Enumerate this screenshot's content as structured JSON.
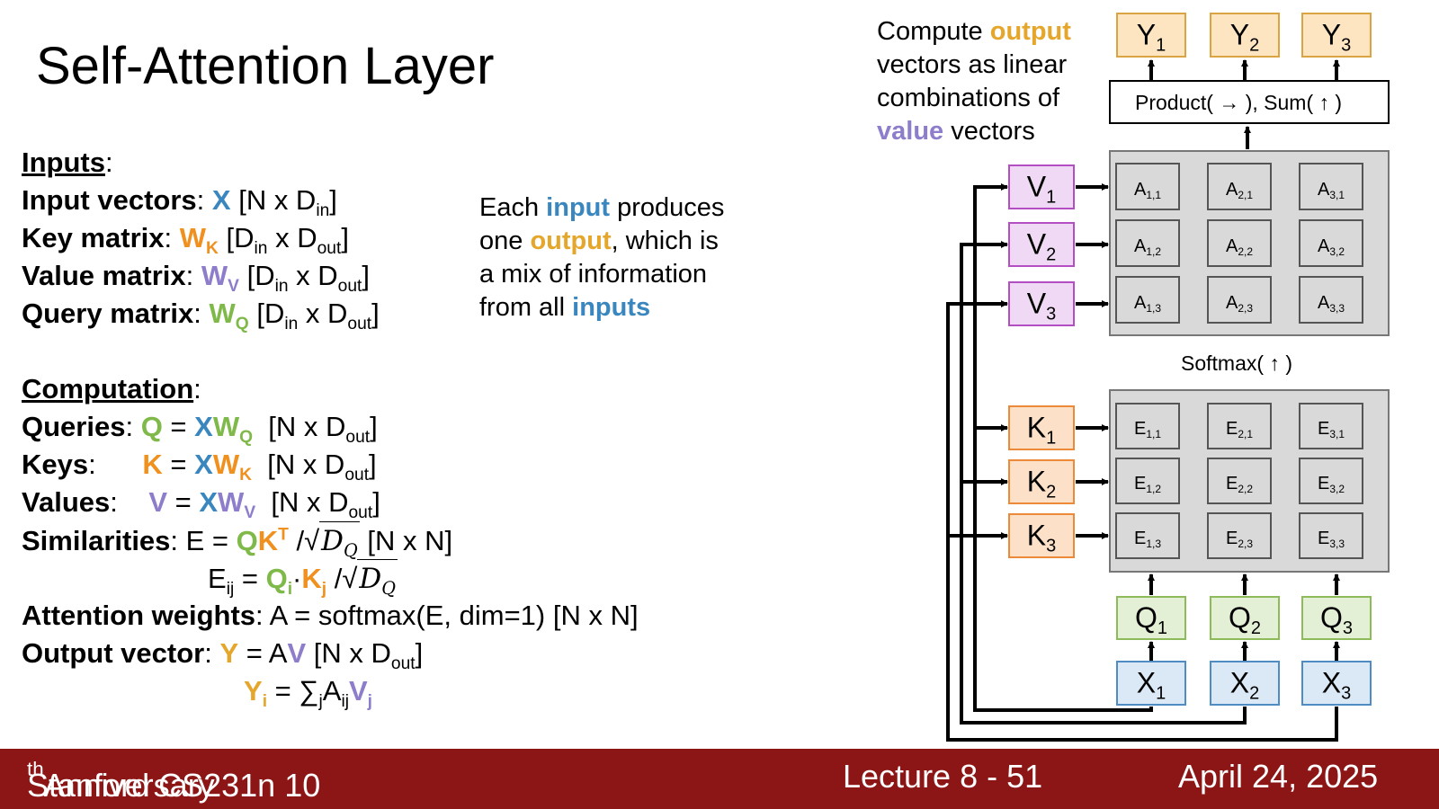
{
  "title": "Self-Attention Layer",
  "inputs": {
    "heading": "Inputs",
    "lines": [
      {
        "label": "Input vectors",
        "sym": "X",
        "sub": "",
        "dims": "[N x D",
        "dsub1": "in",
        "tail": "]"
      },
      {
        "label": "Key matrix",
        "sym": "W",
        "sub": "K",
        "dims": "[D",
        "dsub1": "in",
        "mid": " x D",
        "dsub2": "out",
        "tail": "]"
      },
      {
        "label": "Value matrix",
        "sym": "W",
        "sub": "V",
        "dims": "[D",
        "dsub1": "in",
        "mid": " x D",
        "dsub2": "out",
        "tail": "]"
      },
      {
        "label": "Query matrix",
        "sym": "W",
        "sub": "Q",
        "dims": "[D",
        "dsub1": "in",
        "mid": " x D",
        "dsub2": "out",
        "tail": "]"
      }
    ]
  },
  "computation": {
    "heading": "Computation",
    "queries_label": "Queries",
    "keys_label": "Keys",
    "values_label": "Values",
    "similarities_label": "Similarities",
    "attention_label": "Attention weights",
    "attention_formula": "A = softmax(E, dim=1)  [N x N]",
    "output_label": "Output vector",
    "dims_nxdout": "[N x D",
    "out_sub": "out",
    "nxn": "[N x N]",
    "sqrt_d": "D",
    "sqrt_sub": "Q"
  },
  "note_left": {
    "l1a": "Each ",
    "l1b": "input",
    "l1c": " produces",
    "l2a": "one ",
    "l2b": "output",
    "l2c": ", which is",
    "l3": "a mix of information",
    "l4a": "from all ",
    "l4b": "inputs"
  },
  "note_right": {
    "l1a": "Compute ",
    "l1b": "output",
    "l2": "vectors as linear",
    "l3": "combinations of",
    "l4a": "value",
    "l4b": " vectors"
  },
  "diagram": {
    "outputs": [
      "Y1",
      "Y2",
      "Y3"
    ],
    "product_label_a": "Product(",
    "product_label_b": "), Sum(",
    "product_label_c": ")",
    "softmax_label_a": "Softmax(",
    "softmax_label_b": ")",
    "values": [
      "V1",
      "V2",
      "V3"
    ],
    "keys": [
      "K1",
      "K2",
      "K3"
    ],
    "queries": [
      "Q1",
      "Q2",
      "Q3"
    ],
    "inputs": [
      "X1",
      "X2",
      "X3"
    ],
    "a_cells": [
      [
        "A1,1",
        "A2,1",
        "A3,1"
      ],
      [
        "A1,2",
        "A2,2",
        "A3,2"
      ],
      [
        "A1,3",
        "A2,3",
        "A3,3"
      ]
    ],
    "e_cells": [
      [
        "E1,1",
        "E2,1",
        "E3,1"
      ],
      [
        "E1,2",
        "E2,2",
        "E3,2"
      ],
      [
        "E1,3",
        "E2,3",
        "E3,3"
      ]
    ],
    "colors": {
      "y_fill": "#fde5c1",
      "y_stroke": "#d9a441",
      "v_fill": "#f0d9f4",
      "v_stroke": "#b44fc3",
      "k_fill": "#fde0c8",
      "k_stroke": "#ec8a3a",
      "q_fill": "#e4f0d6",
      "q_stroke": "#8dbb5a",
      "x_fill": "#dbe9f6",
      "x_stroke": "#4f8cc4",
      "grid_fill": "#d9d9d9",
      "cell_stroke": "#555555"
    }
  },
  "footer": {
    "left": "Stanford CS231n 10",
    "left_sup": "th",
    "left_tail": " Anniversary",
    "center": "Lecture 8 -  51",
    "right": "April 24, 2025"
  }
}
